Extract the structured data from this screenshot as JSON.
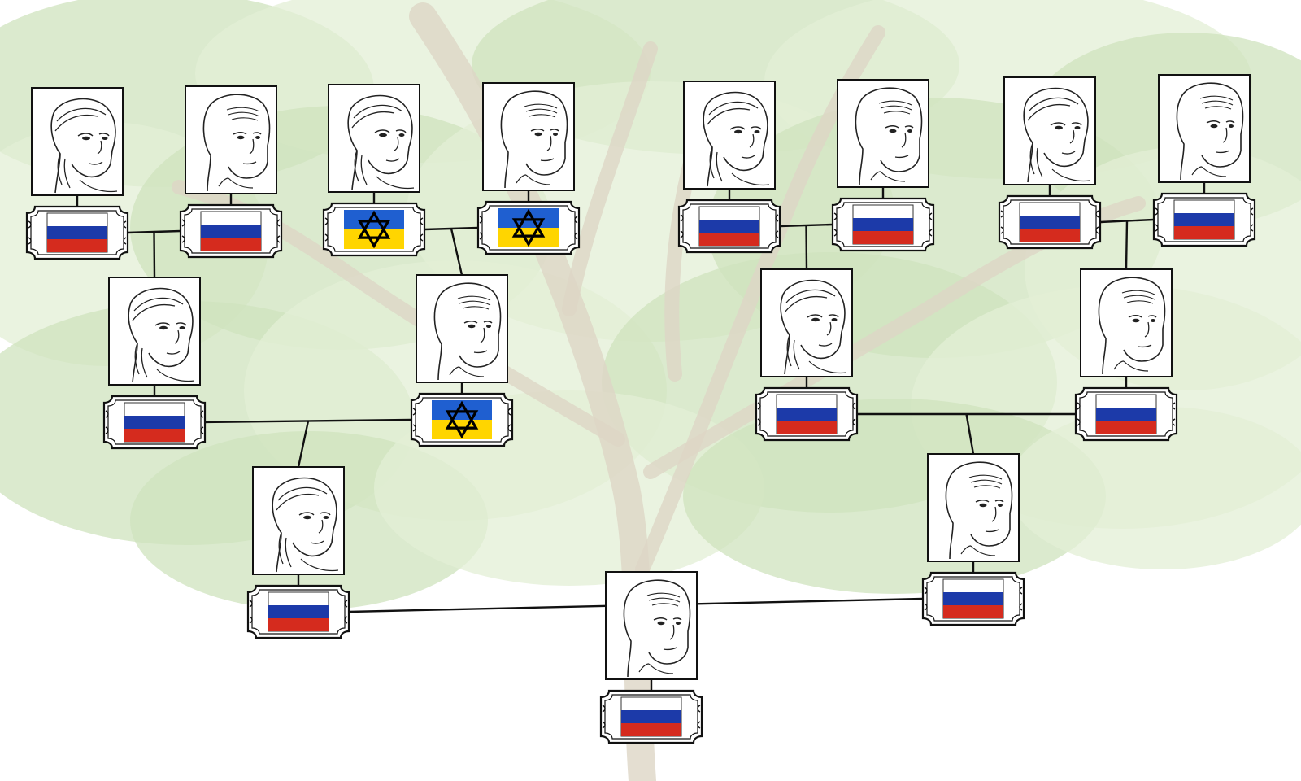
{
  "colors": {
    "background": "#ffffff",
    "foliage_light": "#e3efd6",
    "foliage_mid": "#cfe3bd",
    "trunk": "#ddd6c6",
    "line": "#111111",
    "russia_white": "#ffffff",
    "russia_blue": "#1c3aa9",
    "russia_red": "#d52b1e",
    "ukraine_blue": "#1f5fd0",
    "ukraine_yellow": "#ffd500",
    "star": "#000000"
  },
  "tree": {
    "generations": [
      {
        "generation": 4,
        "members": [
          {
            "id": "g4-1",
            "face": "woman-face-icon",
            "flag": "russia-flag-icon"
          },
          {
            "id": "g4-2",
            "face": "man-face-icon",
            "flag": "russia-flag-icon"
          },
          {
            "id": "g4-3",
            "face": "woman-face-icon",
            "flag": "ukraine-star-of-david-flag-icon"
          },
          {
            "id": "g4-4",
            "face": "man-face-icon",
            "flag": "ukraine-star-of-david-flag-icon"
          },
          {
            "id": "g4-5",
            "face": "woman-face-icon",
            "flag": "russia-flag-icon"
          },
          {
            "id": "g4-6",
            "face": "man-face-icon",
            "flag": "russia-flag-icon"
          },
          {
            "id": "g4-7",
            "face": "woman-face-icon",
            "flag": "russia-flag-icon"
          },
          {
            "id": "g4-8",
            "face": "man-face-icon",
            "flag": "russia-flag-icon"
          }
        ]
      },
      {
        "generation": 3,
        "members": [
          {
            "id": "g3-1",
            "face": "woman-face-icon",
            "flag": "russia-flag-icon",
            "parents": [
              "g4-1",
              "g4-2"
            ]
          },
          {
            "id": "g3-2",
            "face": "man-face-icon",
            "flag": "ukraine-star-of-david-flag-icon",
            "parents": [
              "g4-3",
              "g4-4"
            ]
          },
          {
            "id": "g3-3",
            "face": "woman-face-icon",
            "flag": "russia-flag-icon",
            "parents": [
              "g4-5",
              "g4-6"
            ]
          },
          {
            "id": "g3-4",
            "face": "man-face-icon",
            "flag": "russia-flag-icon",
            "parents": [
              "g4-7",
              "g4-8"
            ]
          }
        ]
      },
      {
        "generation": 2,
        "members": [
          {
            "id": "g2-1",
            "face": "woman-face-icon",
            "flag": "russia-flag-icon",
            "parents": [
              "g3-1",
              "g3-2"
            ]
          },
          {
            "id": "g2-2",
            "face": "man-face-icon",
            "flag": "russia-flag-icon",
            "parents": [
              "g3-3",
              "g3-4"
            ]
          }
        ]
      },
      {
        "generation": 1,
        "members": [
          {
            "id": "g1-1",
            "face": "man-face-icon",
            "flag": "russia-flag-icon",
            "parents": [
              "g2-1",
              "g2-2"
            ]
          }
        ]
      }
    ]
  }
}
